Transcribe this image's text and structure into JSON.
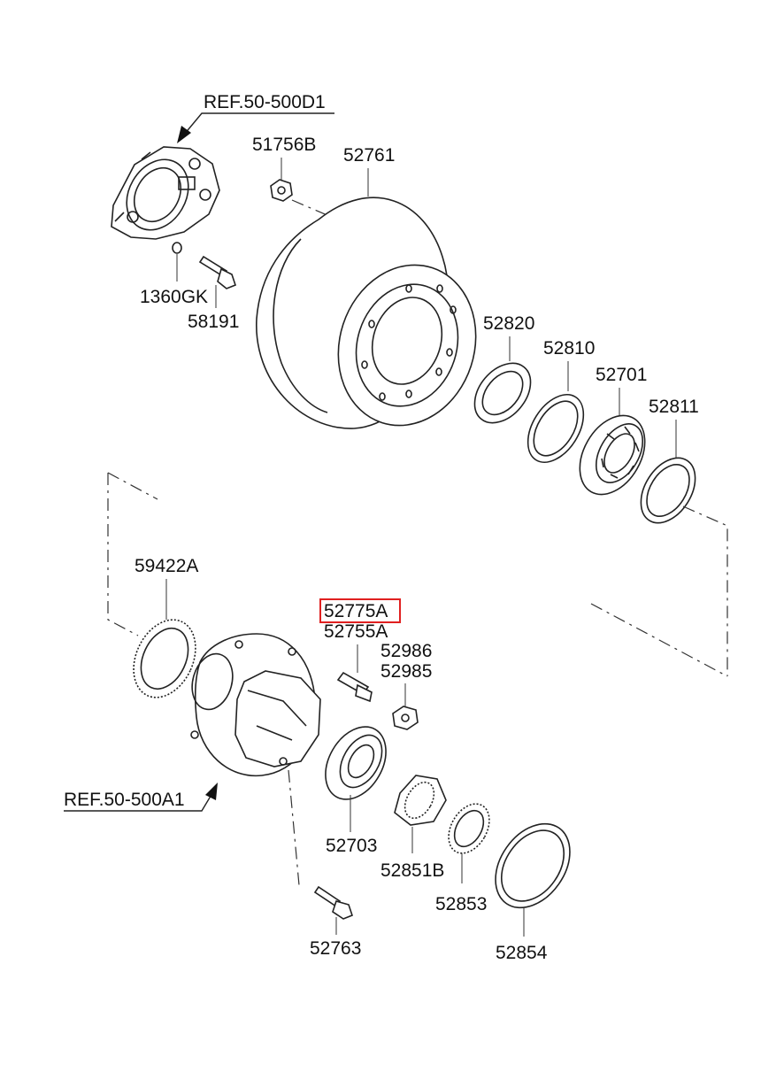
{
  "diagram": {
    "labels": {
      "ref_top": "REF.50-500D1",
      "ref_bottom": "REF.50-500A1",
      "p51756B": "51756B",
      "p52761": "52761",
      "p1360GK": "1360GK",
      "p58191": "58191",
      "p52820": "52820",
      "p52810": "52810",
      "p52701": "52701",
      "p52811": "52811",
      "p59422A": "59422A",
      "p52775A": "52775A",
      "p52755A": "52755A",
      "p52986": "52986",
      "p52985": "52985",
      "p52703": "52703",
      "p52851B": "52851B",
      "p52853": "52853",
      "p52854": "52854",
      "p52763": "52763"
    },
    "highlighted_part": "52775A",
    "highlight_color": "#e02020"
  }
}
